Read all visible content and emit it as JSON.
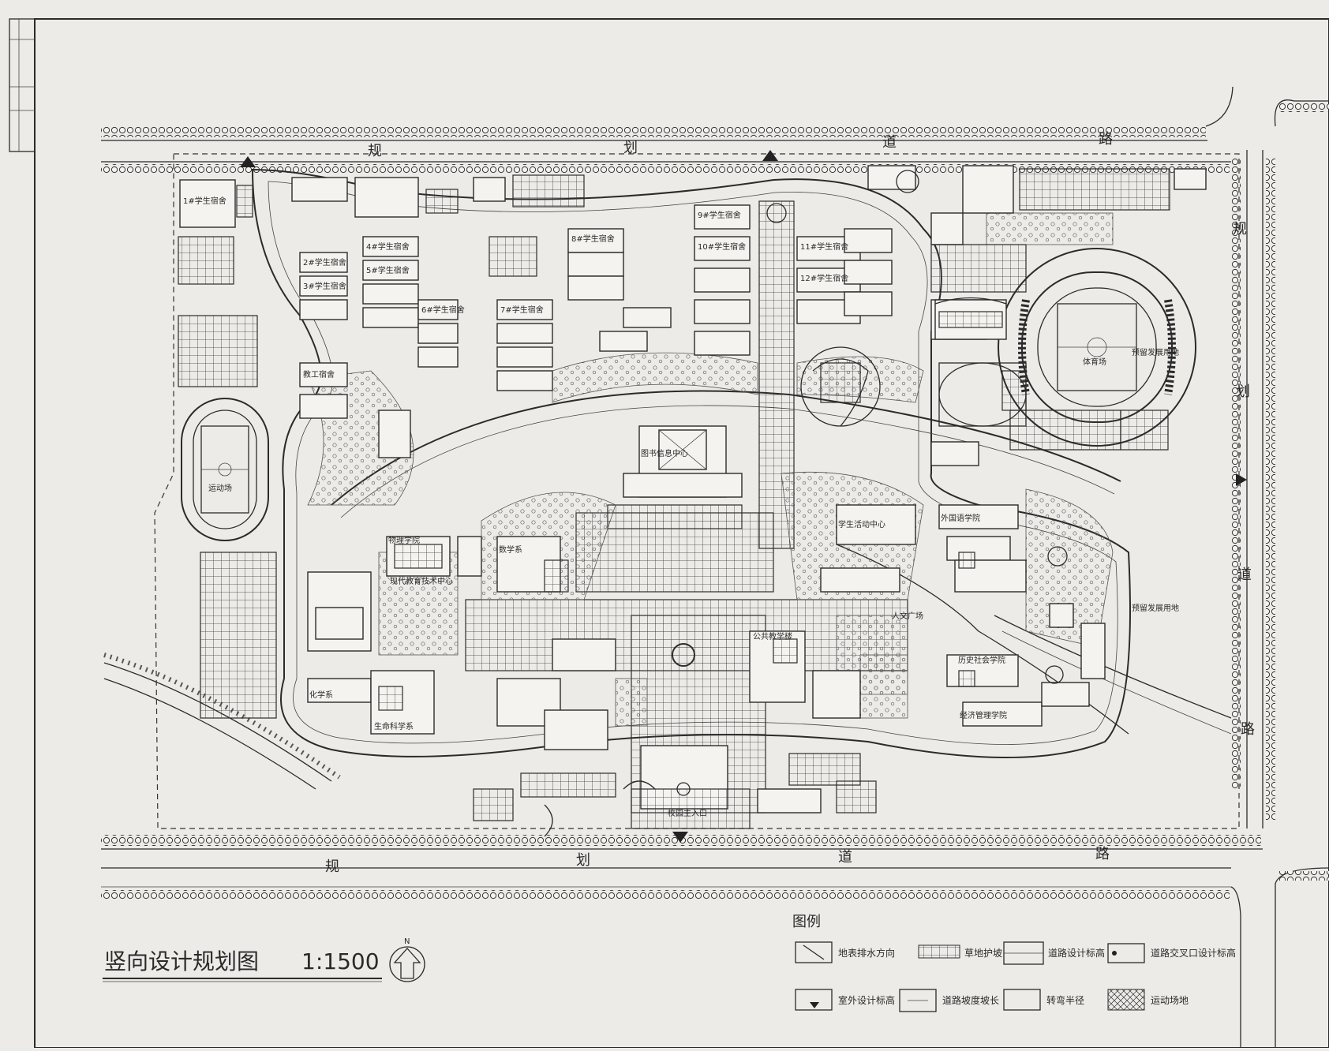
{
  "title": "竖向设计规划图",
  "scale": "1:1500",
  "north": "N",
  "roads": {
    "top": [
      "规",
      "划",
      "道",
      "路"
    ],
    "bottom": [
      "规",
      "划",
      "道",
      "路"
    ],
    "right": [
      "规",
      "划",
      "道",
      "路"
    ]
  },
  "legend": {
    "title": "图例",
    "items": [
      "地表排水方向",
      "草地护坡",
      "道路设计标高",
      "道路交叉口设计标高",
      "室外设计标高",
      "道路坡度坡长",
      "转弯半径",
      "运动场地"
    ]
  },
  "buildings": [
    "1#学生宿舍",
    "2#学生宿舍",
    "3#学生宿舍",
    "4#学生宿舍",
    "5#学生宿舍",
    "6#学生宿舍",
    "7#学生宿舍",
    "8#学生宿舍",
    "9#学生宿舍",
    "10#学生宿舍",
    "11#学生宿舍",
    "12#学生宿舍",
    "教工宿舍",
    "体育场",
    "运动场",
    "图书信息中心",
    "物理学院",
    "现代教育技术中心",
    "数学系",
    "化学系",
    "生命科学系",
    "公共教学楼",
    "人文广场",
    "外国语学院",
    "历史社会学院",
    "经济管理学院",
    "学生活动中心",
    "校园主入口",
    "预留发展用地"
  ]
}
